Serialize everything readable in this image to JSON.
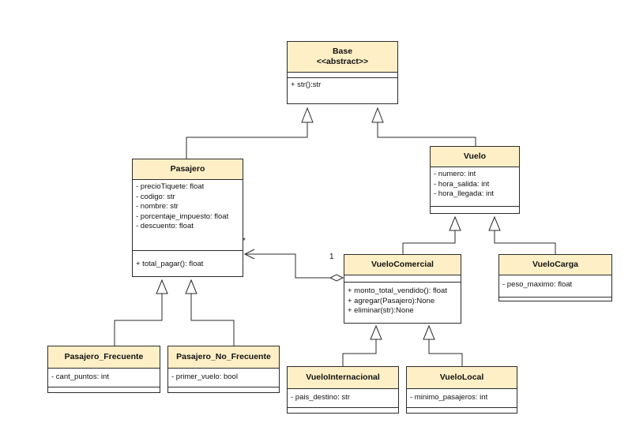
{
  "classes": {
    "base": {
      "name": "Base",
      "stereotype": "<<abstract>>",
      "attributes": [],
      "methods": [
        "+ str():str"
      ]
    },
    "pasajero": {
      "name": "Pasajero",
      "attributes": [
        "- precioTiquete: float",
        "- codigo: str",
        "- nombre: str",
        "- porcentaje_impuesto: float",
        "- descuento: float"
      ],
      "methods": [
        "+ total_pagar(): float"
      ]
    },
    "vuelo": {
      "name": "Vuelo",
      "attributes": [
        "- numero: int",
        "- hora_salida: int",
        "- hora_llegada: int"
      ],
      "methods": []
    },
    "vuelo_comercial": {
      "name": "VueloComercial",
      "attributes": [],
      "methods": [
        "+ monto_total_vendido(): float",
        "+ agregar(Pasajero):None",
        "+ eliminar(str):None"
      ]
    },
    "vuelo_carga": {
      "name": "VueloCarga",
      "attributes": [
        "- peso_maximo: float"
      ],
      "methods": []
    },
    "pasajero_frecuente": {
      "name": "Pasajero_Frecuente",
      "attributes": [
        "- cant_puntos: int"
      ],
      "methods": []
    },
    "pasajero_no_frecuente": {
      "name": "Pasajero_No_Frecuente",
      "attributes": [
        "- primer_vuelo: bool"
      ],
      "methods": []
    },
    "vuelo_internacional": {
      "name": "VueloInternacional",
      "attributes": [
        "- pais_destino: str"
      ],
      "methods": []
    },
    "vuelo_local": {
      "name": "VueloLocal",
      "attributes": [
        "- minimo_pasajeros: int"
      ],
      "methods": []
    }
  },
  "association": {
    "source_multiplicity": "1",
    "target_multiplicity": "*"
  },
  "colors": {
    "header_fill": "#ffefc6",
    "border": "#2b2b2b"
  }
}
